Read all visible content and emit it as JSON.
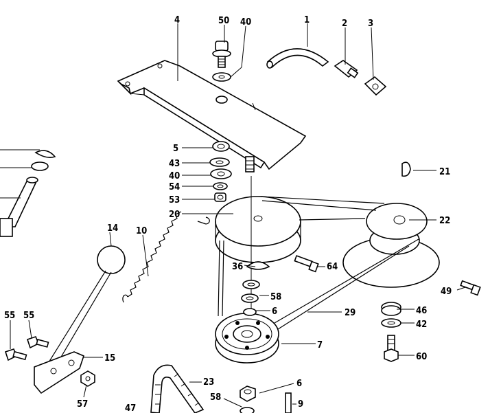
{
  "diagram": {
    "labels": {
      "p1": "1",
      "p2": "2",
      "p3": "3",
      "p4": "4",
      "p5": "5",
      "p6a": "6",
      "p6b": "6",
      "p7": "7",
      "p9": "9",
      "p10": "10",
      "p14": "14",
      "p15": "15",
      "p20": "20",
      "p21": "21",
      "p22": "22",
      "p23": "23",
      "p29": "29",
      "p36": "36",
      "p40a": "40",
      "p40b": "40",
      "p42": "42",
      "p43": "43",
      "p46": "46",
      "p47": "47",
      "p49": "49",
      "p50": "50",
      "p53": "53",
      "p54": "54",
      "p55a": "55",
      "p55b": "55",
      "p57": "57",
      "p58a": "58",
      "p58b": "58",
      "p60": "60",
      "p64": "64"
    }
  }
}
